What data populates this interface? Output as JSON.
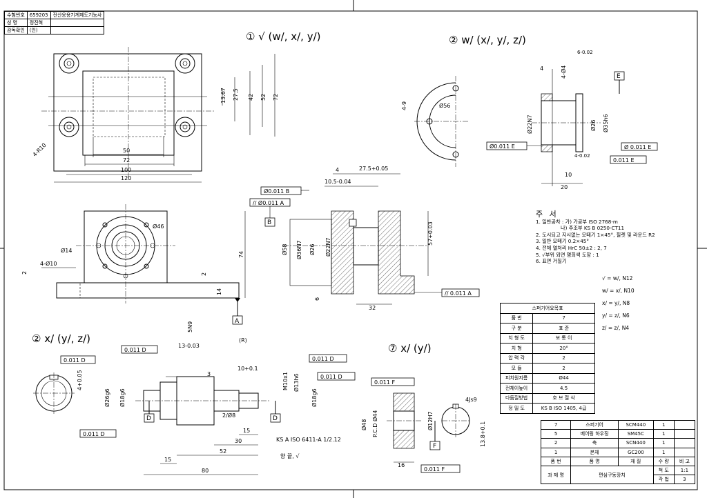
{
  "info_block": {
    "rows": [
      {
        "label": "수험번호",
        "value": "659203",
        "extra": "전산응용기계제도기능사"
      },
      {
        "label": "성 명",
        "value": "정진혁",
        "extra": ""
      },
      {
        "label": "감독확인",
        "value": "(인)",
        "extra": ""
      }
    ]
  },
  "views": {
    "part1_label": "① √ (w/, x/, y/)",
    "part2a_label": "② w/ (x/, y/, z/)",
    "part2b_label": "② x/ (y/, z/)",
    "part7_label": "⑦ x/ (y/)"
  },
  "dimensions": {
    "top": [
      "50",
      "72",
      "100",
      "120",
      "4-R10",
      "13.67",
      "27.5",
      "42",
      "52",
      "72"
    ],
    "front": [
      "Ø46",
      "Ø14",
      "4-Ø10",
      "2",
      "74",
      "2",
      "14"
    ],
    "section": [
      "4",
      "27.5+0.05",
      "10.5-0.04",
      "Ø58",
      "Ø36N7",
      "Ø26",
      "Ø22N7",
      "57+0.03",
      "6",
      "32"
    ],
    "shaft": [
      "5N9",
      "13-0.03",
      "10+0.1",
      "3",
      "4+0.05",
      "Ø26g6",
      "Ø18g6",
      "M10x1",
      "Ø13h6",
      "Ø18g6",
      "2/Ø8",
      "15",
      "30",
      "52",
      "15",
      "80"
    ],
    "gear": [
      "4Js9",
      "Ø48",
      "P.C.D Ø44",
      "Ø12H7",
      "13.8+0.1",
      "16"
    ],
    "part2": [
      "4",
      "4-Ø4",
      "6-0.02",
      "4-9",
      "Ø56",
      "Ø22N7",
      "Ø26",
      "Ø35h6",
      "4-0.02",
      "10",
      "20"
    ]
  },
  "feature_frames": {
    "f1": "Ø0.011 B",
    "f2": "// Ø0.011 A",
    "f3": "// 0.011 A",
    "f4": "Ø0.011 E",
    "f5": "Ø 0.011 E",
    "f6": "0.011 E",
    "f7": "0.011 D",
    "f8": "0.011 D",
    "f9": "0.011 D",
    "f10": "0.011 D",
    "f11": "0.011 D",
    "f12": "0.011 F",
    "f13": "0.011 F"
  },
  "datums": {
    "a": "A",
    "b": "B",
    "d1": "D",
    "d2": "D",
    "e": "E",
    "f": "F"
  },
  "callouts": {
    "ksa": "KS A ISO 6411-A 1/2.12",
    "knurl": "양 끝, √",
    "r": "(R)"
  },
  "notes": {
    "title": "주 서",
    "lines": [
      "1. 일반공차 : 가) 가공부 ISO 2768-m",
      "           나) 주조부 KS B 0250-CT11",
      "2. 도시되고 지시없는 모떼기 1×45°, 필렛 및 라운드 R2",
      "3. 일반 모떼기 0.2×45°",
      "4. 전체 열처리 HrC 50±2 : 2, 7",
      "5. √부위 외면 명회색 도장 : 1",
      "6. 표면 거칠기"
    ],
    "roughness": [
      "√ = w/, N12",
      "w/ = x/, N10",
      "x/ = y/, N8",
      "y/ = z/, N6",
      "z/ = z/, N4"
    ]
  },
  "spur_gear_table": {
    "title": "스퍼기어요목표",
    "rows": [
      {
        "label": "품 번",
        "value": "7"
      },
      {
        "label": "구 분",
        "value": "표 준"
      },
      {
        "label": "치 형 도",
        "value": "보 통 이"
      },
      {
        "label": "치 형",
        "value": "20°"
      },
      {
        "label": "압 력 각",
        "value": "2"
      },
      {
        "label": "모 듈",
        "value": "2"
      },
      {
        "label": "피치원지름",
        "value": "Ø44"
      },
      {
        "label": "전체이높이",
        "value": "4.5"
      },
      {
        "label": "다듬질방법",
        "value": "호 브 절 삭"
      },
      {
        "label": "정 밀 도",
        "value": "KS B ISO 1405, 4급"
      }
    ]
  },
  "parts_list": {
    "rows": [
      {
        "no": "7",
        "name": "스퍼기어",
        "material": "SCM440",
        "qty": "1",
        "note": ""
      },
      {
        "no": "5",
        "name": "베어링 하우징",
        "material": "SM45C",
        "qty": "1",
        "note": ""
      },
      {
        "no": "2",
        "name": "축",
        "material": "SCN440",
        "qty": "1",
        "note": ""
      },
      {
        "no": "1",
        "name": "본체",
        "material": "GC200",
        "qty": "1",
        "note": ""
      }
    ],
    "header": {
      "no": "품 번",
      "name": "품 명",
      "material": "재 질",
      "qty": "수 량",
      "note": "비 고"
    },
    "project_label": "과 제 명",
    "project_name": "편심구동장치",
    "scale_label": "척 도",
    "scale": "1:1",
    "angle_label": "각 법",
    "angle": "3"
  }
}
